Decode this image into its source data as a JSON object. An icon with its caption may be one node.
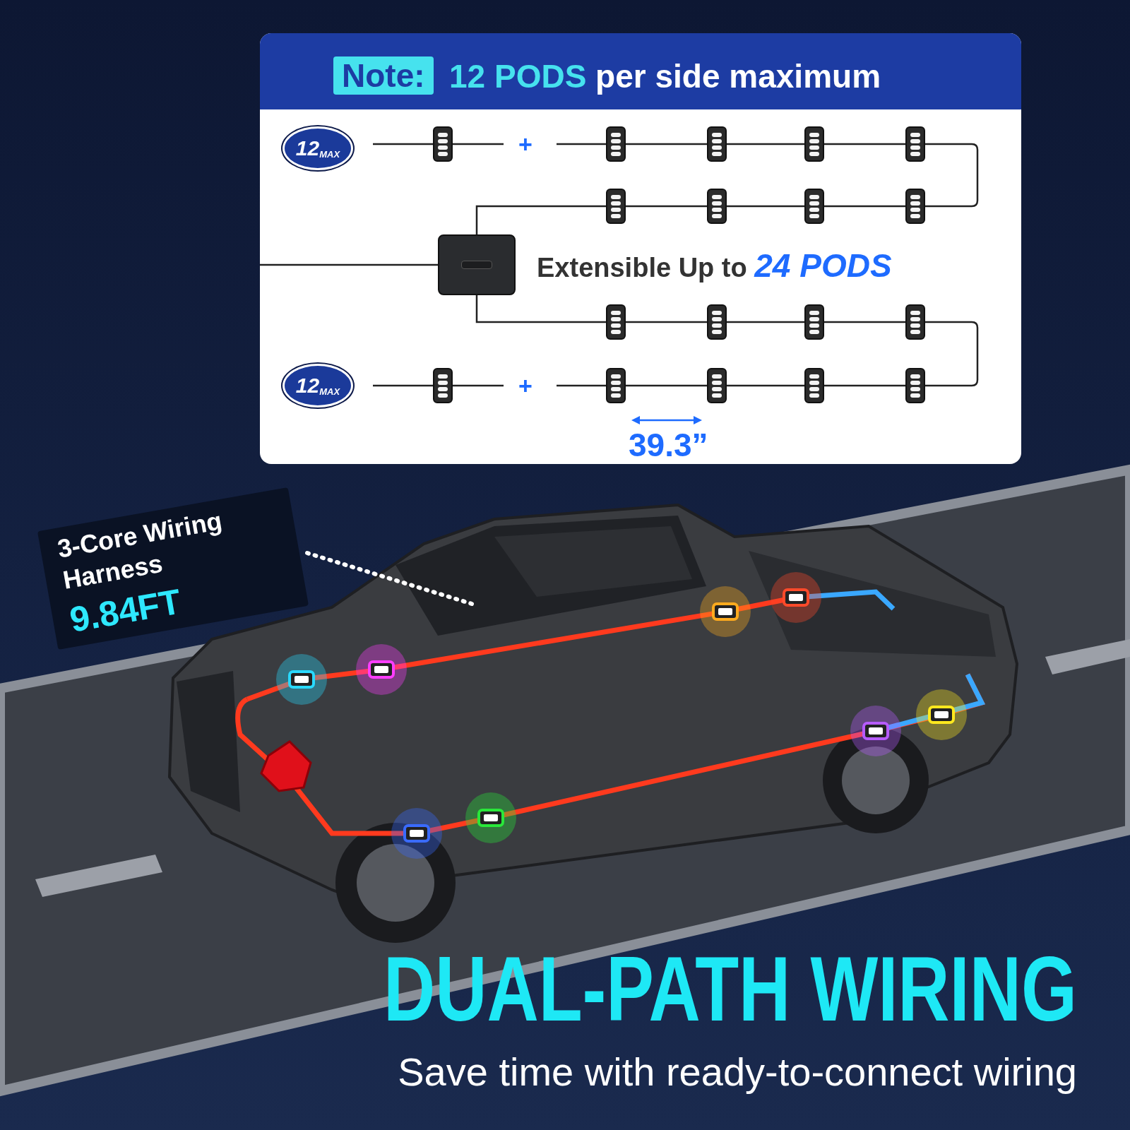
{
  "diagram": {
    "title": "**12 PODS** per side maximum",
    "nodes": [
      {
        "text": [
          "12$_{MAX}$"
        ]
      },
      {
        "text": [],
        "shape": "picture"
      },
      {
        "text": [],
        "shape": "picture"
      },
      {
        "text": [],
        "shape": "picture"
      },
      {
        "text": [],
        "shape": "picture"
      },
      {
        "text": [],
        "shape": "picture"
      },
      {
        "text": [],
        "shape": "picture"
      },
      {
        "text": [],
        "shape": "picture"
      },
      {
        "text": [],
        "shape": "picture"
      },
      {
        "text": [],
        "shape": "picture"
      },
      {
        "text": [],
        "shape": "box"
      },
      {
        "text": [],
        "shape": "picture"
      },
      {
        "text": [],
        "shape": "picture"
      },
      {
        "text": [],
        "shape": "picture"
      },
      {
        "text": [],
        "shape": "picture"
      },
      {
        "text": [
          "12$_{MAX}$"
        ]
      },
      {
        "text": [],
        "shape": "picture"
      },
      {
        "text": [],
        "shape": "picture"
      },
      {
        "text": [],
        "shape": "picture"
      },
      {
        "text": [],
        "shape": "picture"
      },
      {
        "text": [],
        "shape": "picture"
      },
      {
        "text": [
          "3-Core Wiring Harness",
          "9.84FT"
        ]
      }
    ],
    "edges": [
      {
        "from": null,
        "to": 1,
        "arrow": "none"
      },
      {
        "from": 1,
        "to": null,
        "arrow": "none"
      },
      {
        "from": null,
        "to": 2,
        "arrow": "none"
      },
      {
        "from": 2,
        "to": 3,
        "arrow": "none"
      },
      {
        "from": 3,
        "to": 4,
        "arrow": "none"
      },
      {
        "from": 4,
        "to": 5,
        "arrow": "none"
      },
      {
        "from": 5,
        "to": 9,
        "arrow": "none"
      },
      {
        "from": 9,
        "to": 8,
        "arrow": "none"
      },
      {
        "from": 8,
        "to": 7,
        "arrow": "none"
      },
      {
        "from": 7,
        "to": 6,
        "arrow": "none"
      },
      {
        "from": 6,
        "to": 10,
        "arrow": "none"
      },
      {
        "from": 10,
        "to": null,
        "arrow": "none"
      },
      {
        "from": 10,
        "to": 11,
        "arrow": "none"
      },
      {
        "from": 11,
        "to": 12,
        "arrow": "none"
      },
      {
        "from": 12,
        "to": 13,
        "arrow": "none"
      },
      {
        "from": 13,
        "to": 14,
        "arrow": "none"
      },
      {
        "from": 14,
        "to": 20,
        "arrow": "none"
      },
      {
        "from": 20,
        "to": 19,
        "arrow": "none"
      },
      {
        "from": 19,
        "to": 18,
        "arrow": "none"
      },
      {
        "from": 18,
        "to": 17,
        "arrow": "none"
      },
      {
        "from": null,
        "to": 17,
        "arrow": "none"
      },
      {
        "from": null,
        "to": 16,
        "arrow": "none"
      },
      {
        "from": 16,
        "to": null,
        "arrow": "none"
      },
      {
        "from": 21,
        "to": null,
        "arrow": "none",
        "style": "dashed",
        "color": "#ffffff"
      }
    ],
    "labels": [
      "Note:",
      "+",
      "Extensible Up to *24 PODS*",
      "+",
      "39.3”",
      "DUAL-PATH WIRING",
      "Save time with ready-to-connect wiring"
    ]
  }
}
